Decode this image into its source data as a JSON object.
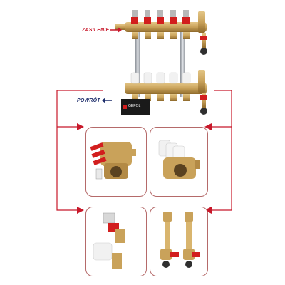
{
  "labels": {
    "supply": "ZASILENIE",
    "return": "POWRÓT"
  },
  "brand": "GEPOL",
  "colors": {
    "brass": "#c9a25a",
    "brass_dark": "#9a7534",
    "red": "#d21e1e",
    "arrow_red": "#c8182a",
    "navy": "#1d2d6b",
    "panel_border": "#b56a6a",
    "white_cap": "#f1f1f1"
  },
  "icons": [
    "arrow-right-icon",
    "arrow-left-icon"
  ]
}
